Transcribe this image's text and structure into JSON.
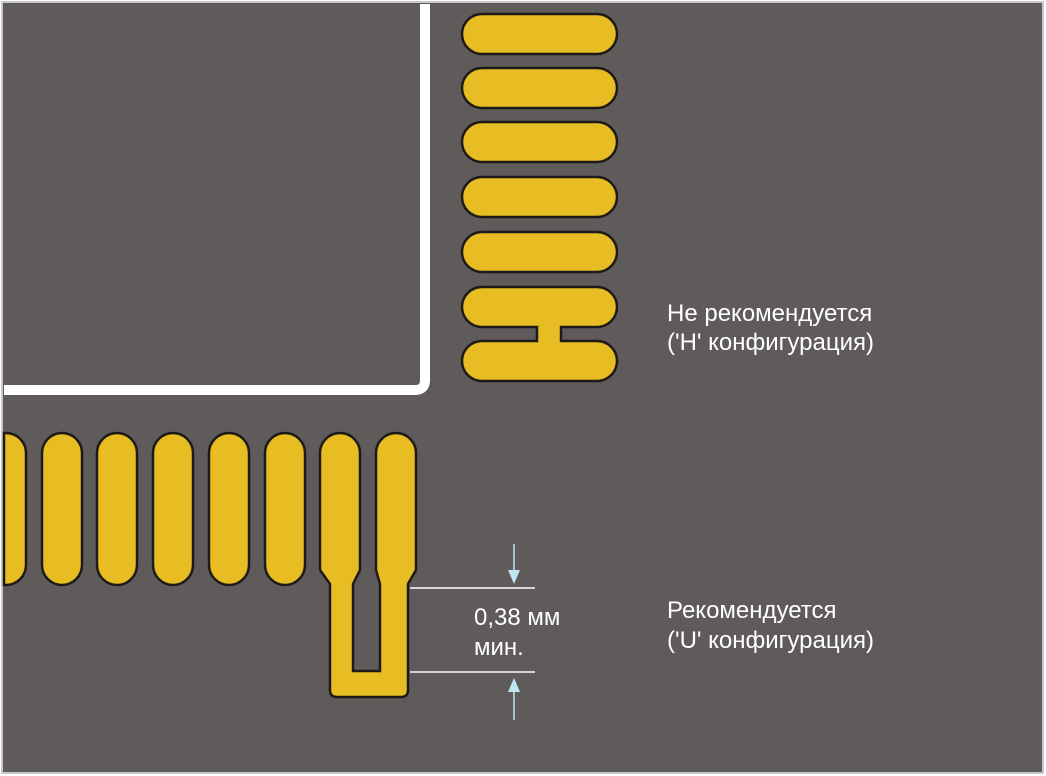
{
  "colors": {
    "board": "#5f5b5a",
    "pad": "#e8bd24",
    "pad_outline": "#1e1a18",
    "silkscreen": "#ffffff",
    "dimension_arrow": "#bfe6f2",
    "frame": "#c8c8c8"
  },
  "captions": {
    "h_config": {
      "line1": "Не рекомендуется",
      "line2": "('H' конфигурация)"
    },
    "u_config": {
      "line1": "Рекомендуется",
      "line2": "('U' конфигурация)"
    }
  },
  "dimension": {
    "value": "0,38 мм",
    "qualifier": "мин."
  }
}
